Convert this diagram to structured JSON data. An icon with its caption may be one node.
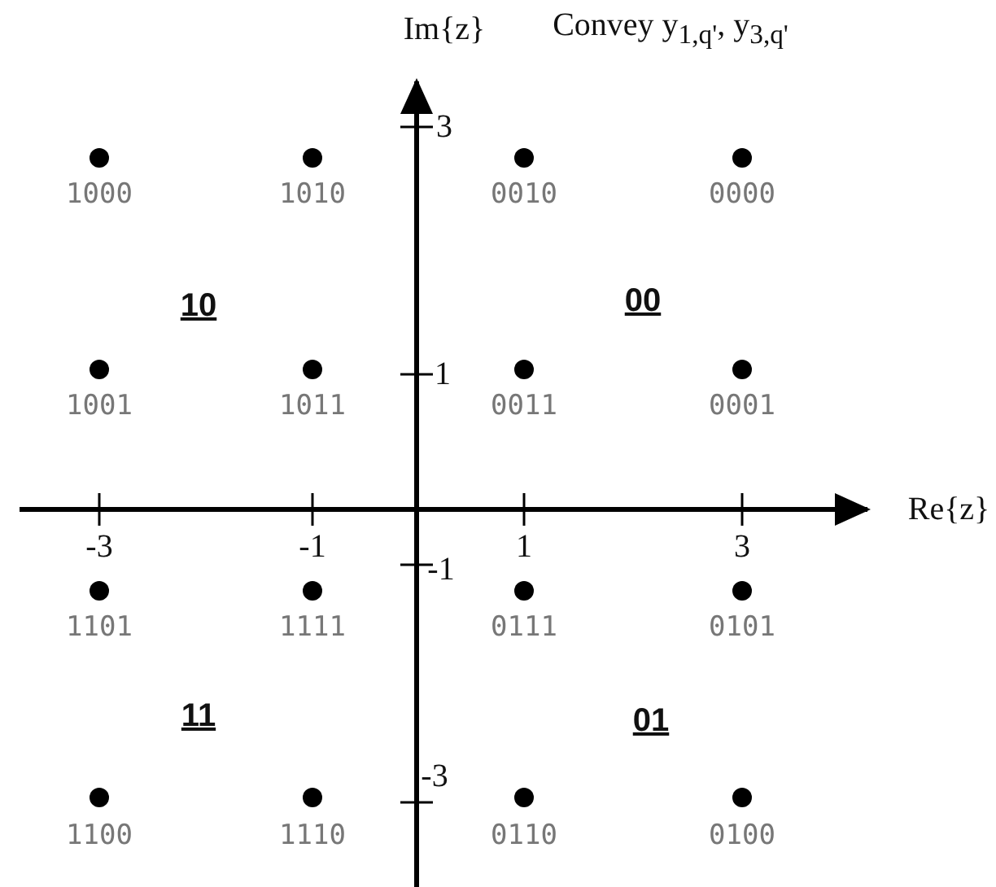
{
  "diagram": {
    "labels": [
      "Im{z}",
      "Convey y$_{1,q'}$, y$_{3,q'}$",
      "3",
      "1000",
      "1010",
      "0010",
      "0000",
      "10",
      "00",
      "1",
      "1001",
      "1011",
      "0011",
      "0001",
      "Re{z}",
      "-3",
      "-1",
      "1",
      "3",
      "-1",
      "1101",
      "1111",
      "0111",
      "0101",
      "11",
      "01",
      "-3",
      "1100",
      "1110",
      "0110",
      "0100"
    ]
  }
}
